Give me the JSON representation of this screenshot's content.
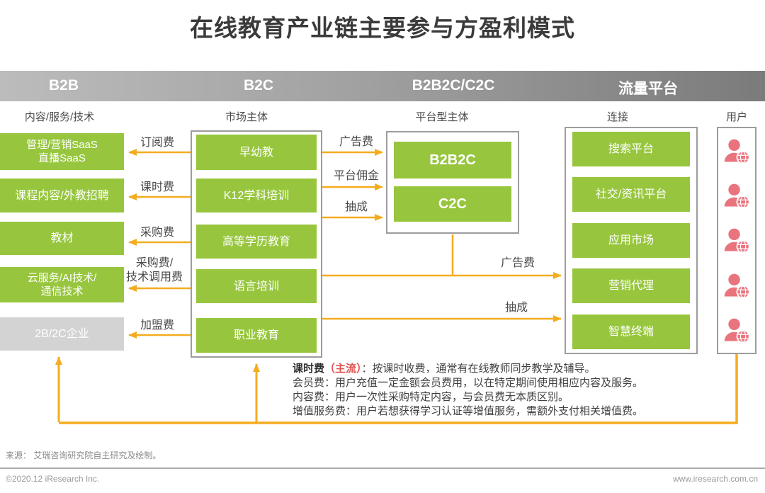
{
  "title": "在线教育产业链主要参与方盈利模式",
  "header_sections": [
    "B2B",
    "B2C",
    "B2B2C/C2C",
    "流量平台"
  ],
  "role_labels": {
    "b2b": "内容/服务/技术",
    "b2c": "市场主体",
    "platform": "平台型主体",
    "traffic": "连接",
    "users": "用户"
  },
  "b2b_column": {
    "boxes": [
      "管理/营销SaaS\n直播SaaS",
      "课程内容/外教招聘",
      "教材",
      "云服务/AI技术/\n通信技术"
    ],
    "gray_box": "2B/2C企业"
  },
  "b2c_column": {
    "boxes": [
      "早幼教",
      "K12学科培训",
      "高等学历教育",
      "语言培训",
      "职业教育"
    ]
  },
  "platform_column": {
    "boxes": [
      "B2B2C",
      "C2C"
    ]
  },
  "traffic_column": {
    "boxes": [
      "搜索平台",
      "社交/资讯平台",
      "应用市场",
      "营销代理",
      "智慧终端"
    ]
  },
  "fees": {
    "left": [
      "订阅费",
      "课时费",
      "采购费",
      "采购费/\n技术调用费",
      "加盟费"
    ],
    "middle": [
      "广告费",
      "平台佣金",
      "抽成"
    ],
    "right": [
      "广告费",
      "抽成"
    ]
  },
  "notes": {
    "line1_bold": "课时费",
    "line1_highlight": "（主流）",
    "line1_rest": "：按课时收费，通常有在线教师同步教学及辅导。",
    "lines": [
      "会员费：用户充值一定金额会员费用，以在特定期间使用相应内容及服务。",
      "内容费：用户一次性采购特定内容，与会员费无本质区别。",
      "增值服务费：用户若想获得学习认证等增值服务，需额外支付相关增值费。"
    ]
  },
  "footer": {
    "source": "来源： 艾瑞咨询研究院自主研究及绘制。",
    "copyright": "©2020.12 iResearch Inc.",
    "website": "www.iresearch.com.cn"
  },
  "colors": {
    "box_green": "#97C63E",
    "arrow_yellow": "#F5AC1F",
    "gray_box": "#D3D3D3",
    "highlight_red": "#E25050",
    "user_pink": "#E9747E",
    "header_gradient_left": "#BCBCBC",
    "header_gradient_right": "#7B7B7B"
  }
}
